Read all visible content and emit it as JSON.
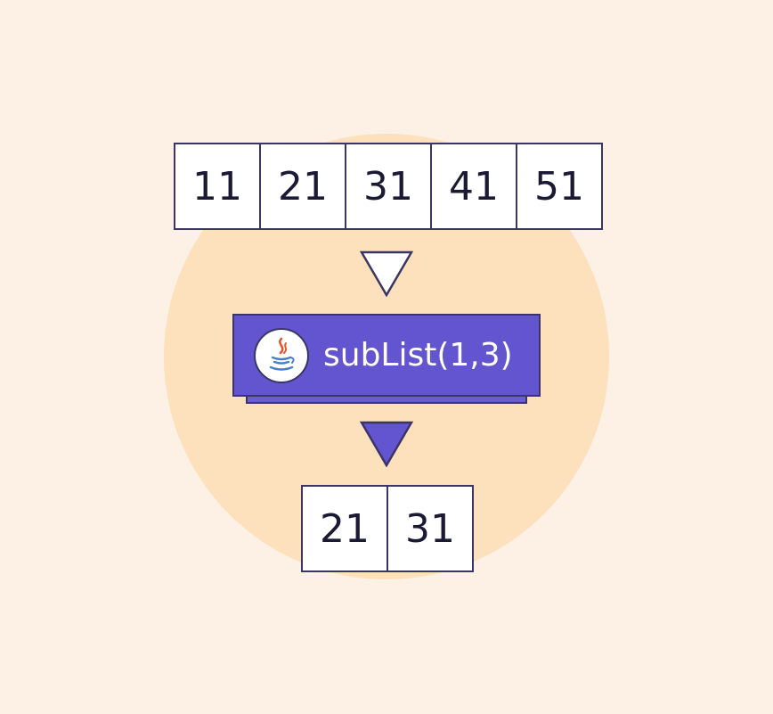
{
  "input_list": [
    "11",
    "21",
    "31",
    "41",
    "51"
  ],
  "method": {
    "label": "subList(1,3)",
    "icon": "java-logo-icon"
  },
  "output_list": [
    "21",
    "31"
  ],
  "colors": {
    "background": "#fdf0e4",
    "circle": "#fde0bc",
    "method_fill": "#6355cf",
    "outline": "#3a3564",
    "cell_fill": "#ffffff"
  }
}
